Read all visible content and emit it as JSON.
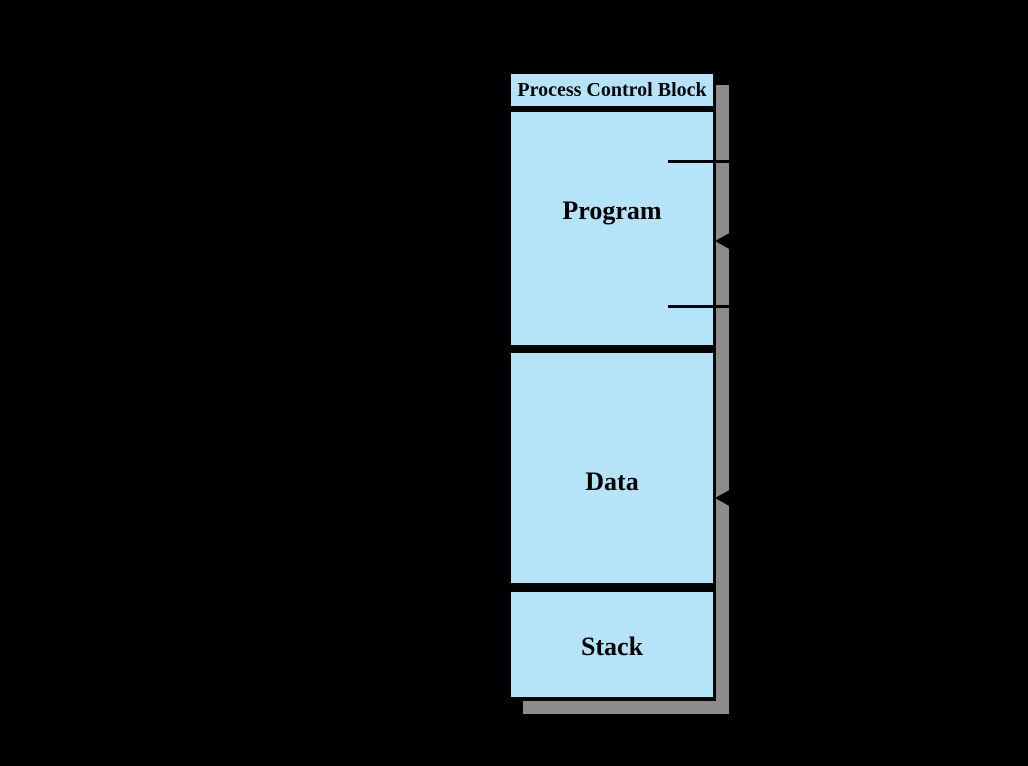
{
  "diagram": {
    "header": {
      "label": "Process Control Block"
    },
    "sections": [
      {
        "label": "Program"
      },
      {
        "label": "Data"
      },
      {
        "label": "Stack"
      }
    ],
    "markers": {
      "tick_marks_on_program_box": 2,
      "program_arrow_icon": "left-arrowhead",
      "data_arrow_icon": "left-arrowhead"
    },
    "colors": {
      "background": "#000000",
      "box_fill": "#b5e4f8",
      "box_border": "#000000",
      "shadow": "#8c8c8c",
      "text": "#000000"
    }
  }
}
